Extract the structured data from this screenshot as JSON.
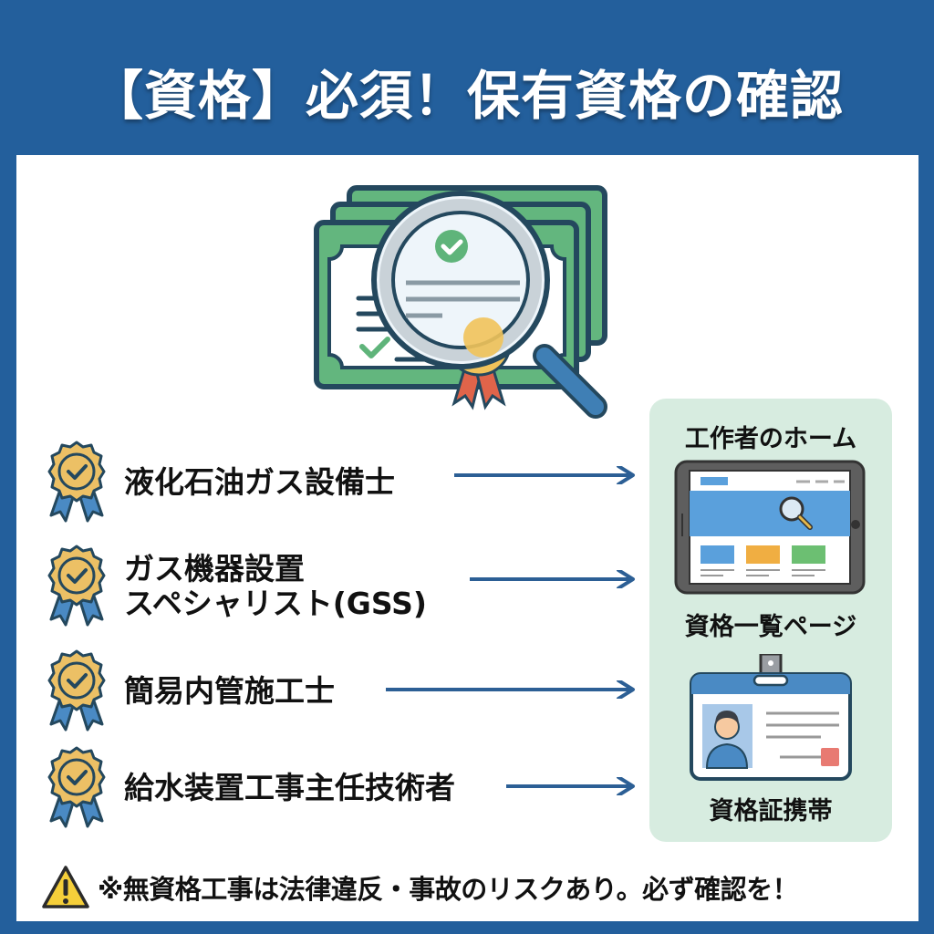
{
  "header": {
    "title": "【資格】必須！保有資格の確認"
  },
  "hero": {
    "icon": "certificates-magnifier-icon",
    "colors": {
      "certificate": "#5fb47a",
      "outline": "#24485e",
      "handle": "#3f7fb5",
      "ribbon": "#e0644a",
      "seal": "#f1c35a"
    }
  },
  "qualifications": [
    {
      "label": "液化石油ガス設備士",
      "icon": "award-badge-icon"
    },
    {
      "label": "ガス機器設置\nスペシャリスト(GSS)",
      "icon": "award-badge-icon"
    },
    {
      "label": "簡易内管施工士",
      "icon": "award-badge-icon"
    },
    {
      "label": "給水装置工事主任技術者",
      "icon": "award-badge-icon"
    }
  ],
  "arrow_color": "#2c5f95",
  "side_panel": {
    "background": "#d7ece0",
    "top_label": "工作者のホーム",
    "tablet_icon": "tablet-webpage-icon",
    "middle_label": "資格一覧ページ",
    "id_card_icon": "id-card-icon",
    "bottom_label": "資格証携帯"
  },
  "warning": {
    "icon": "warning-triangle-icon",
    "text": "※無資格工事は法律違反・事故のリスクあり。必ず確認を！"
  },
  "colors": {
    "frame": "#235f9c",
    "panel": "#ffffff",
    "badge_gold": "#ecc065",
    "badge_ribbon": "#4a8ac4"
  }
}
